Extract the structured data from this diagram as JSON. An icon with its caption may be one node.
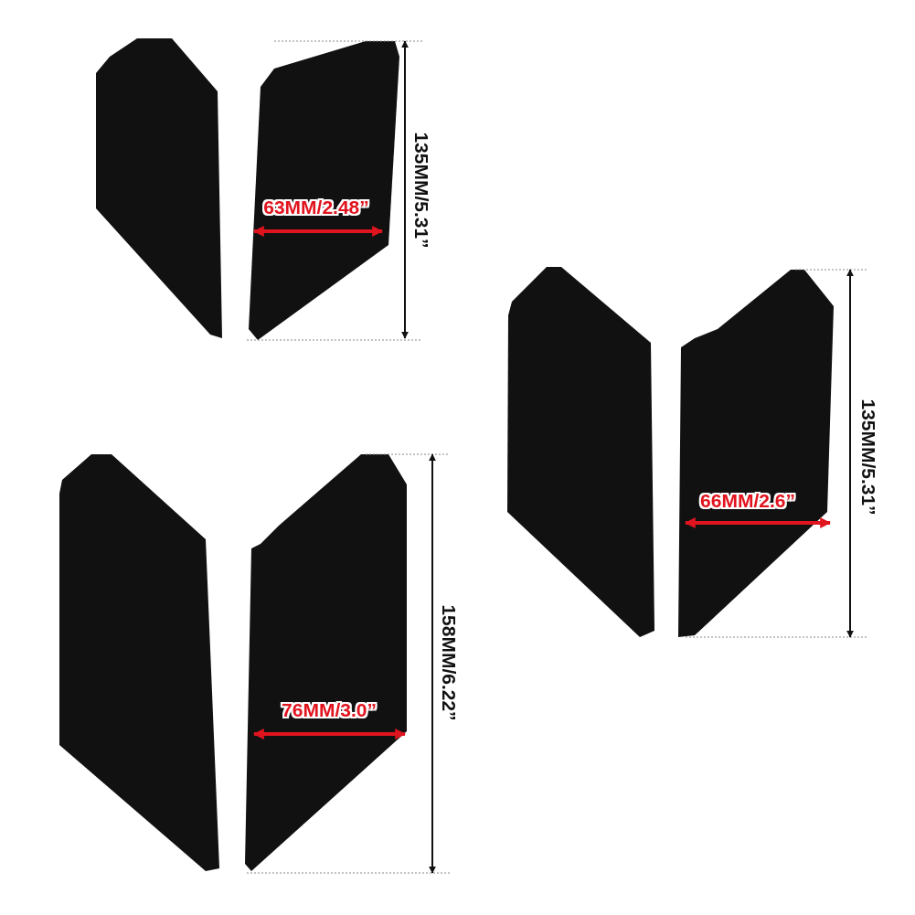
{
  "diagram": {
    "labels": [
      "135MM/5.31”",
      "63MM/2.48”",
      "135MM/5.31”",
      "66MM/2.6”",
      "158MM/6.22”",
      "76MM/3.0”"
    ]
  }
}
